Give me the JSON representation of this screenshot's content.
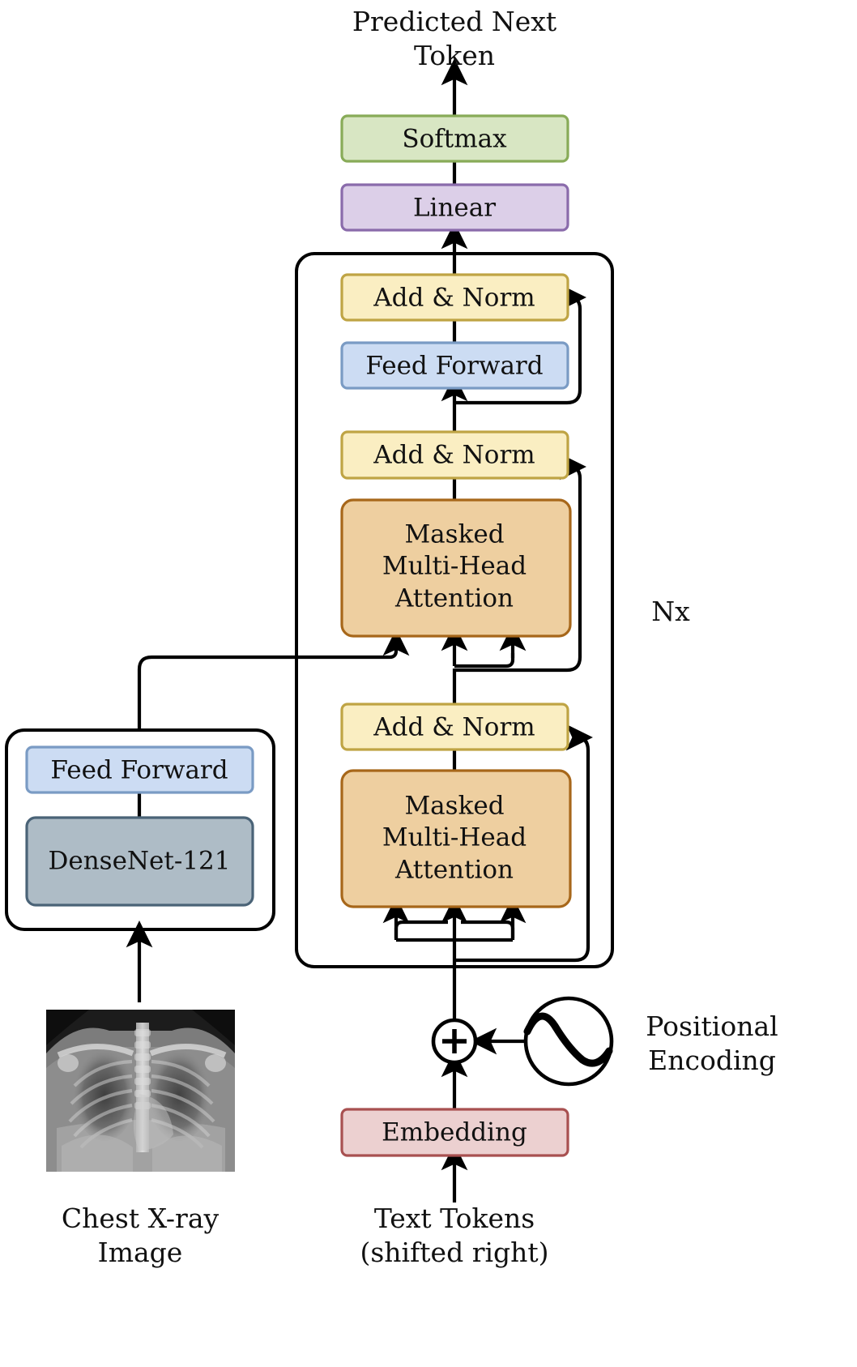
{
  "figure": {
    "title_top": "Predicted Next Token",
    "kind": "transformer-architecture-diagram"
  },
  "labels": {
    "predicted_next_token_line1": "Predicted Next",
    "predicted_next_token_line2": "Token",
    "repeat_marker": "Nx",
    "positional_encoding_line1": "Positional",
    "positional_encoding_line2": "Encoding",
    "chest_xray_line1": "Chest X-ray",
    "chest_xray_line2": "Image",
    "text_tokens_line1": "Text Tokens",
    "text_tokens_line2": "(shifted right)"
  },
  "decoder_stack": {
    "softmax": {
      "label": "Softmax",
      "fill": "#d8e6c3",
      "stroke": "#88ab58"
    },
    "linear": {
      "label": "Linear",
      "fill": "#dccfe8",
      "stroke": "#8a6bab"
    },
    "add_norm_top": {
      "label": "Add & Norm",
      "fill": "#faeec2",
      "stroke": "#bfa444"
    },
    "feed_forward": {
      "label": "Feed Forward",
      "fill": "#ccdcf3",
      "stroke": "#7a9bc4"
    },
    "add_norm_mid": {
      "label": "Add & Norm",
      "fill": "#faeec2",
      "stroke": "#bfa444"
    },
    "cross_attention": {
      "line1": "Masked",
      "line2": "Multi-Head",
      "line3": "Attention",
      "fill": "#eecfa0",
      "stroke": "#a7671a"
    },
    "add_norm_bottom": {
      "label": "Add & Norm",
      "fill": "#faeec2",
      "stroke": "#bfa444"
    },
    "self_attention": {
      "line1": "Masked",
      "line2": "Multi-Head",
      "line3": "Attention",
      "fill": "#eecfa0",
      "stroke": "#a7671a"
    },
    "embedding": {
      "label": "Embedding",
      "fill": "#ecd0d0",
      "stroke": "#a85050"
    }
  },
  "image_encoder": {
    "feed_forward": {
      "label": "Feed Forward",
      "fill": "#ccdcf3",
      "stroke": "#7a9bc4"
    },
    "backbone": {
      "label": "DenseNet-121",
      "fill": "#aebcc6",
      "stroke": "#4a6377"
    }
  },
  "positional_encoding": {
    "operator": "+",
    "icon": "sine-wave-circle"
  },
  "colors": {
    "wire": "#000000",
    "background": "#ffffff",
    "text": "#111111"
  }
}
